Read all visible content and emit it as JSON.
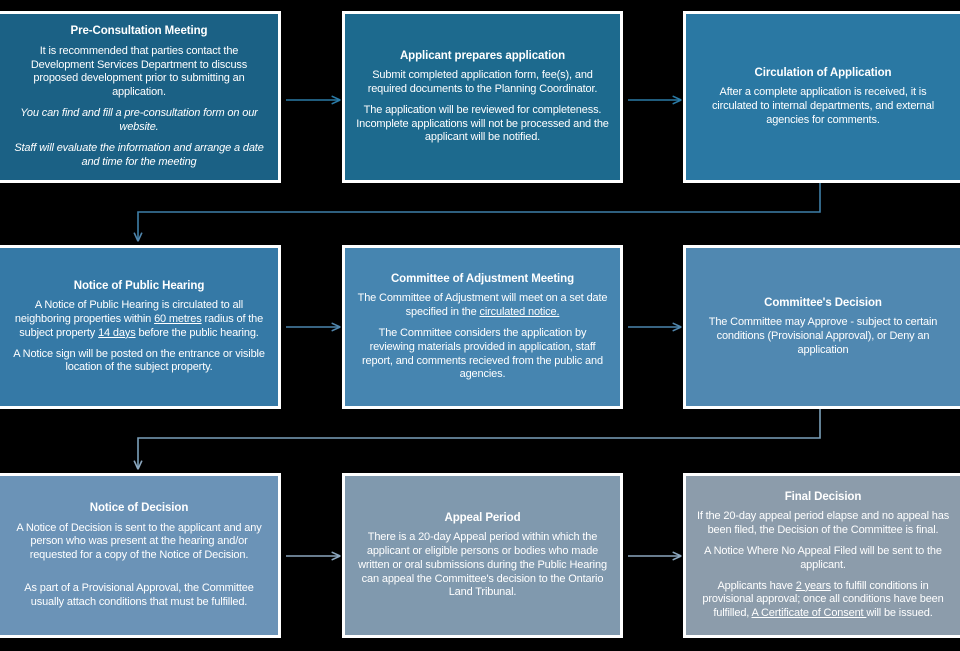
{
  "diagram": {
    "title": "Committee of Adjustment / Consent Application Process Flowchart",
    "background_color": "#000000",
    "colors": {
      "row1_fill": "#1b6185",
      "row2_fill": "#3579a6",
      "row3_fill": "#6b93b7",
      "border": "#ffffff",
      "text": "#ffffff",
      "arrow_row1": "#2a7aa6",
      "arrow_row2": "#4a86ad",
      "arrow_row3": "#8ba6bd"
    },
    "rows": [
      {
        "id": "row-1",
        "nodes": [
          {
            "id": "pre-consultation-meeting",
            "title": "Pre-Consultation Meeting",
            "paragraphs": [
              {
                "text": "It is recommended that parties contact the Development Services Department to discuss proposed development prior to submitting an application.",
                "italic": false
              },
              {
                "text": "You can find and fill a pre-consultation form on our website.",
                "italic": true
              },
              {
                "text": "Staff will evaluate the information and arrange a date and time for the meeting",
                "italic": true
              }
            ]
          },
          {
            "id": "applicant-prepares-application",
            "title": "Applicant prepares application",
            "paragraphs": [
              {
                "text": "Submit completed application form, fee(s), and required documents to the Planning Coordinator.",
                "italic": false
              },
              {
                "text": "The application will be reviewed for completeness. Incomplete applications will not be processed and the applicant will be notified.",
                "italic": false
              }
            ]
          },
          {
            "id": "circulation-of-application",
            "title": "Circulation of Application",
            "paragraphs": [
              {
                "text": "After a complete application is received, it is circulated to internal departments, and external agencies for comments.",
                "italic": false
              }
            ]
          }
        ]
      },
      {
        "id": "row-2",
        "nodes": [
          {
            "id": "notice-of-public-hearing",
            "title": "Notice of Public Hearing",
            "paragraphs": [
              {
                "html": "A Notice of Public Hearing is circulated to all neighboring properties within <u>60 metres</u> radius of the subject property <u>14 days</u> before the public hearing.",
                "italic": false
              },
              {
                "text": "A Notice sign will be posted on the entrance or visible location of the subject property.",
                "italic": false
              }
            ]
          },
          {
            "id": "committee-of-adjustment-meeting",
            "title": "Committee of Adjustment Meeting",
            "paragraphs": [
              {
                "html": "The Committee of Adjustment will meet on a set date specified in the <u>circulated notice.</u>",
                "italic": false
              },
              {
                "text": "The Committee considers the application by reviewing materials provided in application, staff report, and comments recieved from the public and agencies.",
                "italic": false
              }
            ]
          },
          {
            "id": "committees-decision",
            "title": "Committee's Decision",
            "paragraphs": [
              {
                "text": "The Committee may Approve - subject to certain conditions (Provisional Approval), or Deny an application",
                "italic": false
              }
            ]
          }
        ]
      },
      {
        "id": "row-3",
        "nodes": [
          {
            "id": "notice-of-decision",
            "title": "Notice of Decision",
            "paragraphs": [
              {
                "text": "A Notice of Decision is sent to the applicant and any person who was present at the hearing and/or requested for a copy of the Notice of Decision.",
                "italic": false
              },
              {
                "text": "As part of a Provisional Approval, the Committee usually attach conditions that must be fulfilled.",
                "italic": false
              }
            ]
          },
          {
            "id": "appeal-period",
            "title": "Appeal Period",
            "paragraphs": [
              {
                "text": "There is a 20-day Appeal period within which the applicant or eligible persons or bodies who made written or oral submissions during the Public Hearing can appeal the Committee's decision to the Ontario Land Tribunal.",
                "italic": false
              }
            ]
          },
          {
            "id": "final-decision",
            "title": "Final Decision",
            "paragraphs": [
              {
                "text": "If the 20-day appeal period elapse and no appeal has been filed, the Decision of the Committee is final.",
                "italic": false
              },
              {
                "text": "A Notice Where No Appeal Filed will be sent to the applicant.",
                "italic": false
              },
              {
                "html": "Applicants have <u>2 years</u> to fulfill conditions in provisional approval; once all conditions have been fulfilled, <u>A Certificate of Consent </u>will be issued.",
                "italic": false
              }
            ]
          }
        ]
      }
    ],
    "connectors": [
      {
        "id": "arrow-r1c1-to-r1c2",
        "type": "horizontal-arrow",
        "direction": "right"
      },
      {
        "id": "arrow-r1c2-to-r1c3",
        "type": "horizontal-arrow",
        "direction": "right"
      },
      {
        "id": "elbow-r1c3-to-r2c1",
        "type": "elbow-arrow",
        "direction": "down-left-down"
      },
      {
        "id": "arrow-r2c1-to-r2c2",
        "type": "horizontal-arrow",
        "direction": "right"
      },
      {
        "id": "arrow-r2c2-to-r2c3",
        "type": "horizontal-arrow",
        "direction": "right"
      },
      {
        "id": "elbow-r2c3-to-r3c1",
        "type": "elbow-arrow",
        "direction": "down-left-down"
      },
      {
        "id": "arrow-r3c1-to-r3c2",
        "type": "horizontal-arrow",
        "direction": "right"
      },
      {
        "id": "arrow-r3c2-to-r3c3",
        "type": "horizontal-arrow",
        "direction": "right"
      }
    ]
  }
}
